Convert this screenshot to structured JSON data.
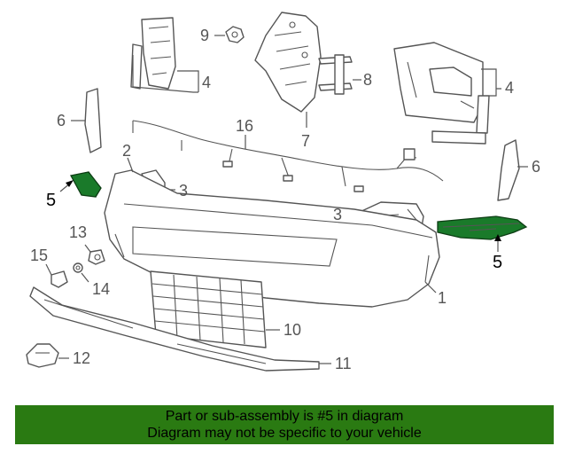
{
  "diagram": {
    "callouts": {
      "c1": "1",
      "c2": "2",
      "c3a": "3",
      "c3b": "3",
      "c4a": "4",
      "c4b": "4",
      "c5a": "5",
      "c5b": "5",
      "c6a": "6",
      "c6b": "6",
      "c7": "7",
      "c8": "8",
      "c9": "9",
      "c10": "10",
      "c11": "11",
      "c12": "12",
      "c13": "13",
      "c14": "14",
      "c15": "15",
      "c16": "16"
    },
    "highlight_color": "#1a7a2a"
  },
  "banner": {
    "line1": "Part or sub-assembly is #5 in diagram",
    "line2": "Diagram may not be specific to your vehicle",
    "background": "#2a7a12"
  }
}
